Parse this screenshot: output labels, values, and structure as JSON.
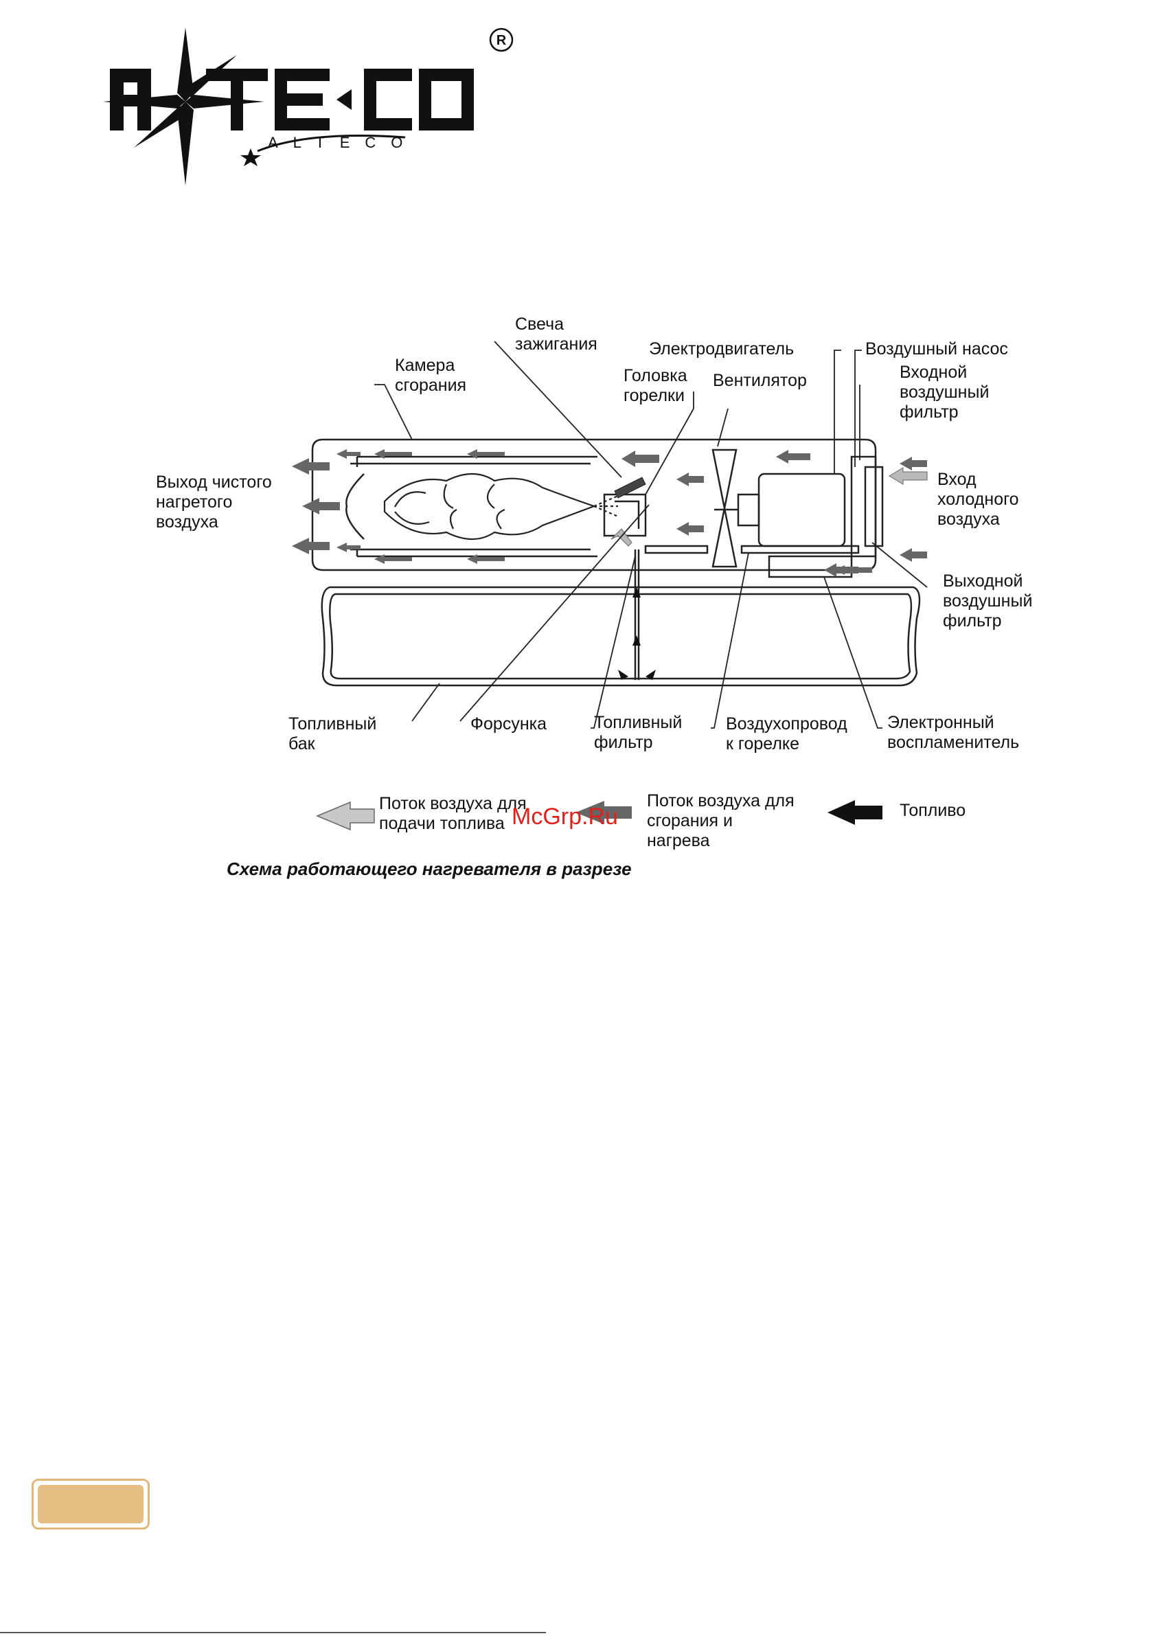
{
  "brand": {
    "logo_text": "ALTECO",
    "logo_subtext": "ALTECO",
    "registered_mark": "R"
  },
  "diagram": {
    "labels": {
      "spark_plug": "Свеча\nзажигания",
      "combustion_chamber": "Камера\nсгорания",
      "electric_motor": "Электродвигатель",
      "air_pump": "Воздушный насос",
      "burner_head": "Головка\nгорелки",
      "fan": "Вентилятор",
      "inlet_air_filter": "Входной\nвоздушный\nфильтр",
      "clean_hot_air_outlet": "Выход чистого\nнагретого\nвоздуха",
      "cold_air_inlet": "Вход\nхолодного\nвоздуха",
      "outlet_air_filter": "Выходной\nвоздушный\nфильтр",
      "fuel_tank": "Топливный\nбак",
      "nozzle": "Форсунка",
      "fuel_filter": "Топливный\nфильтр",
      "air_duct_to_burner": "Воздухопровод\nк горелке",
      "electronic_igniter": "Электронный\nвоспламенитель"
    },
    "legend": {
      "fuel_supply_airflow": "Поток воздуха для\nподачи топлива",
      "combustion_heating_airflow": "Поток воздуха для\nсгорания и\nнагрева",
      "fuel": "Топливо"
    },
    "caption": "Схема работающего нагревателя в разрезе"
  },
  "watermark": "McGrp.Ru",
  "colors": {
    "tab_fill": "#e3bd82",
    "tab_border": "#e3b67a",
    "watermark": "#e0211b"
  }
}
